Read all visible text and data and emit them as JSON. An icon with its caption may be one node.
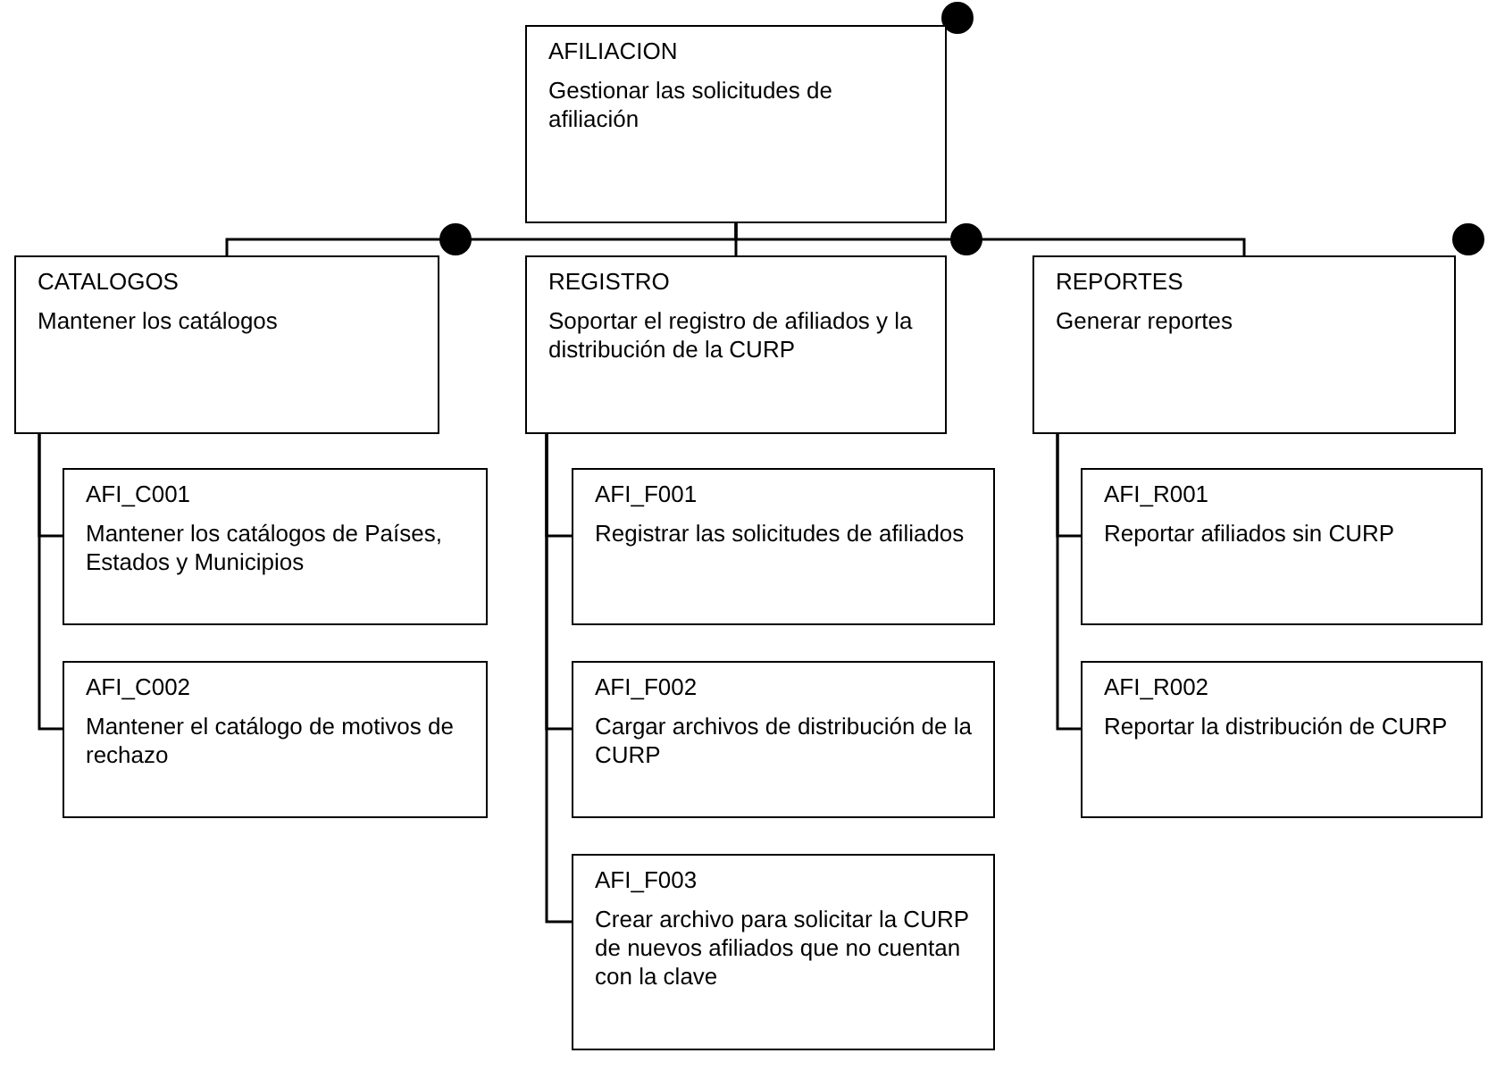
{
  "diagram": {
    "nodes": [
      {
        "text": [
          "AFILIACION",
          "Gestionar las solicitudes de afiliación"
        ]
      },
      {
        "text": [
          "CATALOGOS",
          "Mantener los catálogos"
        ]
      },
      {
        "text": [
          "REGISTRO",
          "Soportar el registro de afiliados y la distribución de la CURP"
        ]
      },
      {
        "text": [
          "REPORTES",
          "Generar reportes"
        ]
      },
      {
        "text": [
          "AFI_C001",
          "Mantener los catálogos de Países, Estados y Municipios"
        ]
      },
      {
        "text": [
          "AFI_C002",
          "Mantener el catálogo de motivos de rechazo"
        ]
      },
      {
        "text": [
          "AFI_F001",
          "Registrar las solicitudes de afiliados"
        ]
      },
      {
        "text": [
          "AFI_F002",
          "Cargar archivos de distribución de la CURP"
        ]
      },
      {
        "text": [
          "AFI_F003",
          "Crear archivo para solicitar la CURP de nuevos afiliados que no cuentan con la clave"
        ]
      },
      {
        "text": [
          "AFI_R001",
          "Reportar afiliados sin CURP"
        ]
      },
      {
        "text": [
          "AFI_R002",
          "Reportar la distribución de CURP"
        ]
      }
    ],
    "edges": [
      {
        "from": 0,
        "to": 1,
        "arrow": "none"
      },
      {
        "from": 0,
        "to": 2,
        "arrow": "none"
      },
      {
        "from": 0,
        "to": 3,
        "arrow": "none"
      },
      {
        "from": 1,
        "to": 4,
        "arrow": "none"
      },
      {
        "from": 1,
        "to": 5,
        "arrow": "none"
      },
      {
        "from": 2,
        "to": 6,
        "arrow": "none"
      },
      {
        "from": 2,
        "to": 7,
        "arrow": "none"
      },
      {
        "from": 2,
        "to": 8,
        "arrow": "none"
      },
      {
        "from": 3,
        "to": 9,
        "arrow": "none"
      },
      {
        "from": 3,
        "to": 10,
        "arrow": "none"
      }
    ]
  }
}
